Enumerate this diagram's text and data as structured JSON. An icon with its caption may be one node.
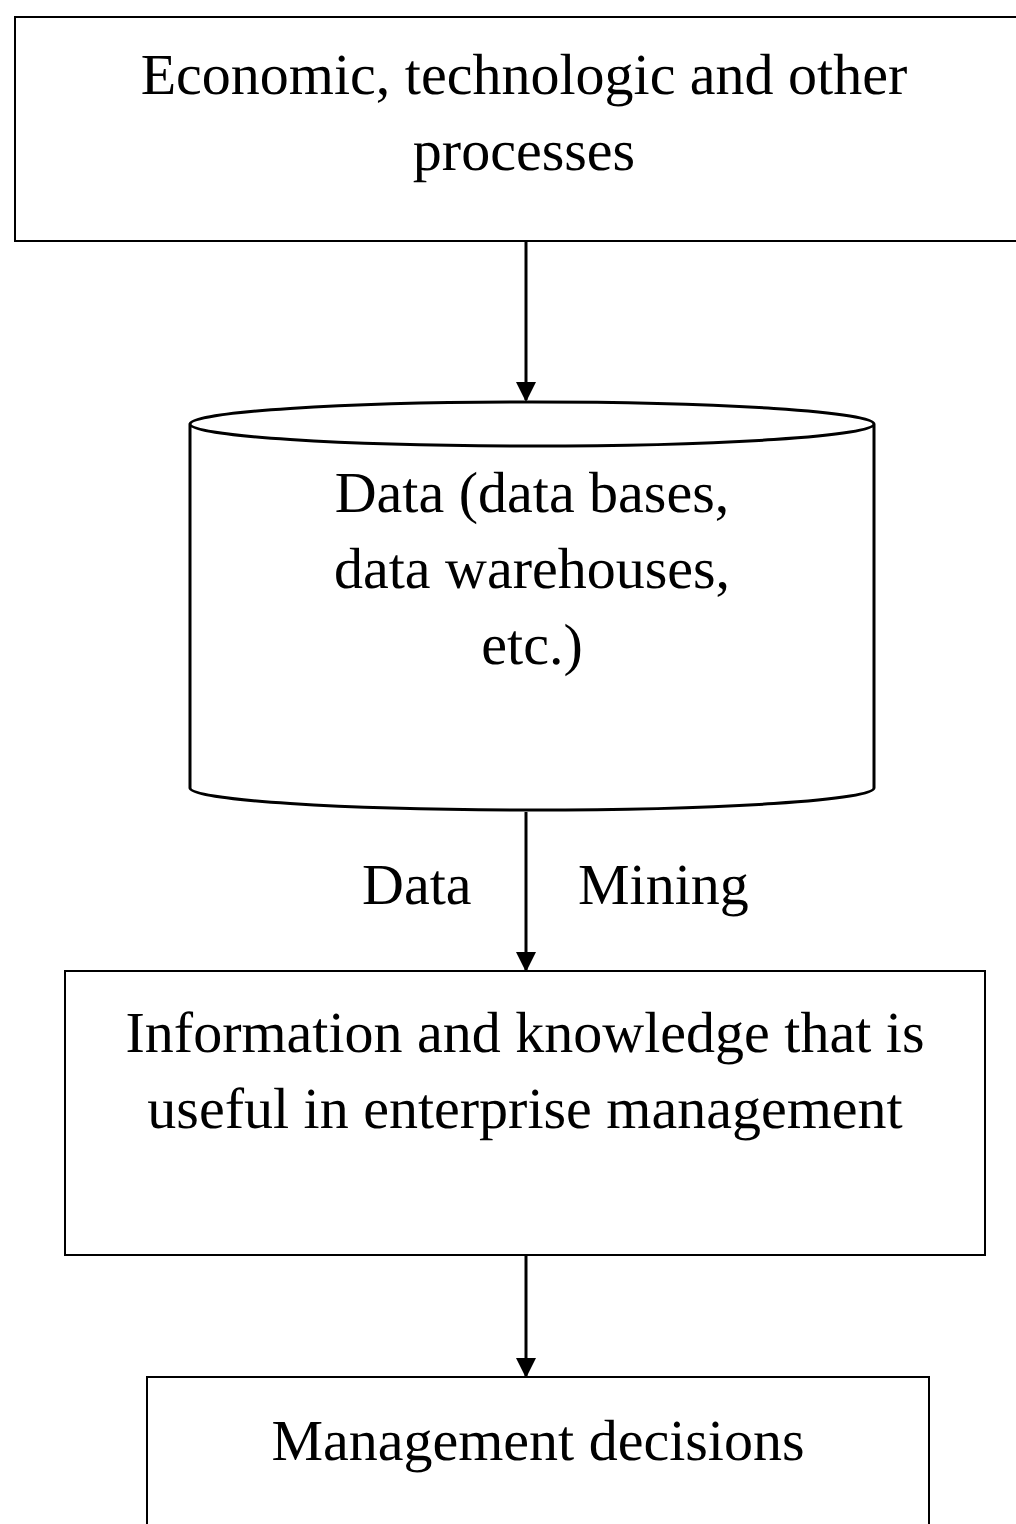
{
  "diagram": {
    "nodes": [
      {
        "text": [
          "Economic, technologic and other processes"
        ]
      },
      {
        "text": [
          "Data (data bases,  data warehouses, etc.)"
        ]
      },
      {
        "text": [
          "Information and knowledge that is useful in enterprise management"
        ]
      },
      {
        "text": [
          "Management decisions"
        ]
      }
    ],
    "edges": [
      {
        "from": 0,
        "to": 1,
        "arrow": "to"
      },
      {
        "from": 1,
        "to": 2,
        "arrow": "to",
        "label": "Data Mining"
      },
      {
        "from": 2,
        "to": 3,
        "arrow": "to"
      }
    ]
  }
}
